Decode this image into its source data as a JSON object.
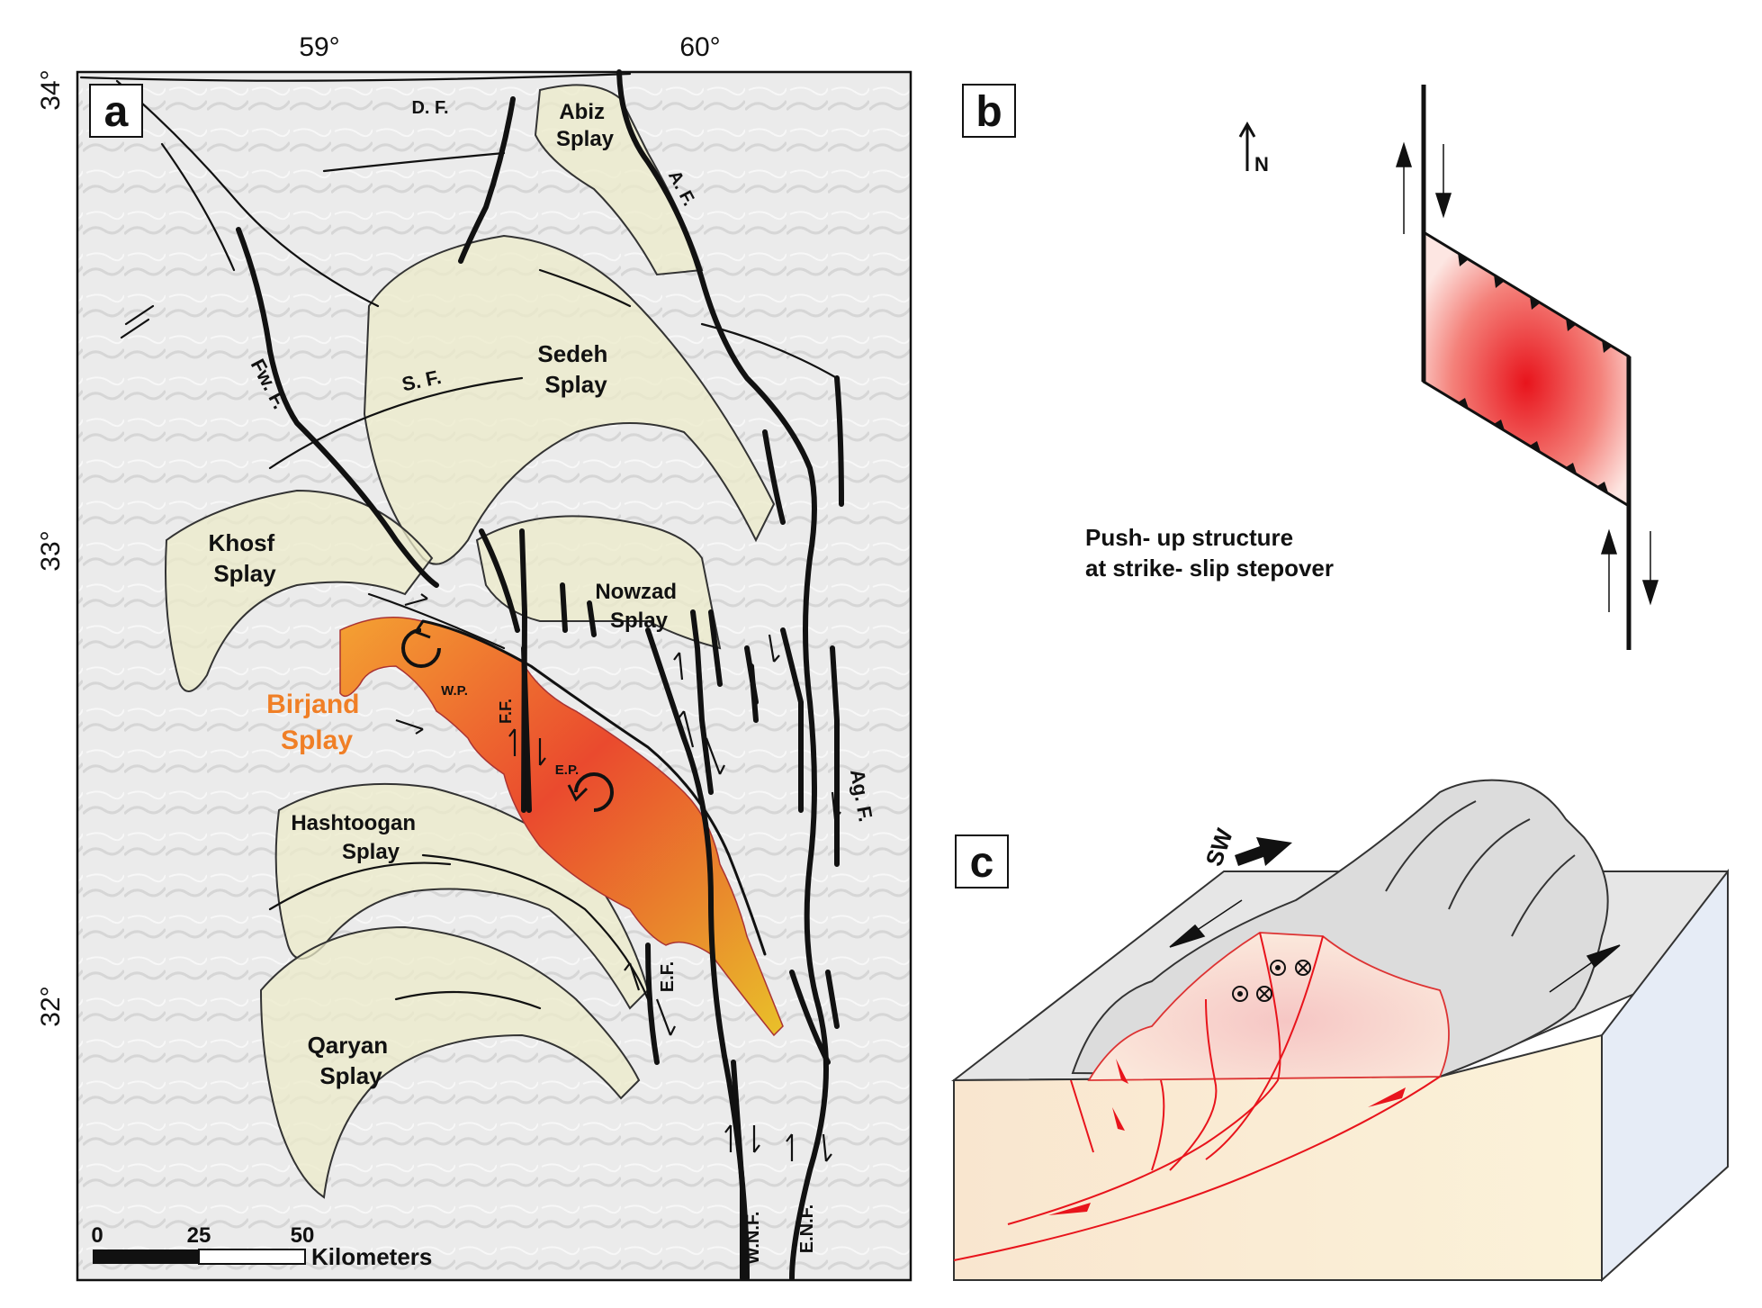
{
  "panels": {
    "a": "a",
    "b": "b",
    "c": "c"
  },
  "map": {
    "lon_ticks": [
      "59°",
      "60°"
    ],
    "lat_ticks": [
      "34°",
      "33°",
      "32°"
    ],
    "splays": {
      "abiz": [
        "Abiz",
        "Splay"
      ],
      "sedeh": [
        "Sedeh",
        "Splay"
      ],
      "khosf": [
        "Khosf",
        "Splay"
      ],
      "nowzad": [
        "Nowzad",
        "Splay"
      ],
      "birjand": [
        "Birjand",
        "Splay"
      ],
      "hashtoogan": [
        "Hashtoogan",
        "Splay"
      ],
      "qaryan": [
        "Qaryan",
        "Splay"
      ]
    },
    "faults": {
      "df": "D. F.",
      "af": "A. F.",
      "fwf": "Fw. F.",
      "sf": "S. F.",
      "ff": "F.F.",
      "wp": "W.P.",
      "ep": "E.P.",
      "agf": "Ag. F.",
      "ef": "E.F.",
      "wnf": "W.N.F.",
      "enf": "E.N.F."
    },
    "scale": {
      "ticks": [
        "0",
        "25",
        "50"
      ],
      "unit": "Kilometers"
    },
    "colors": {
      "birjand_label": "#f07f26",
      "splay_fill": "#ecebc9",
      "pushup_core": "#e8141c"
    }
  },
  "panel_b": {
    "north": "N",
    "caption_line1": "Push- up structure",
    "caption_line2": "at strike- slip stepover"
  },
  "panel_c": {
    "direction": "SW"
  }
}
